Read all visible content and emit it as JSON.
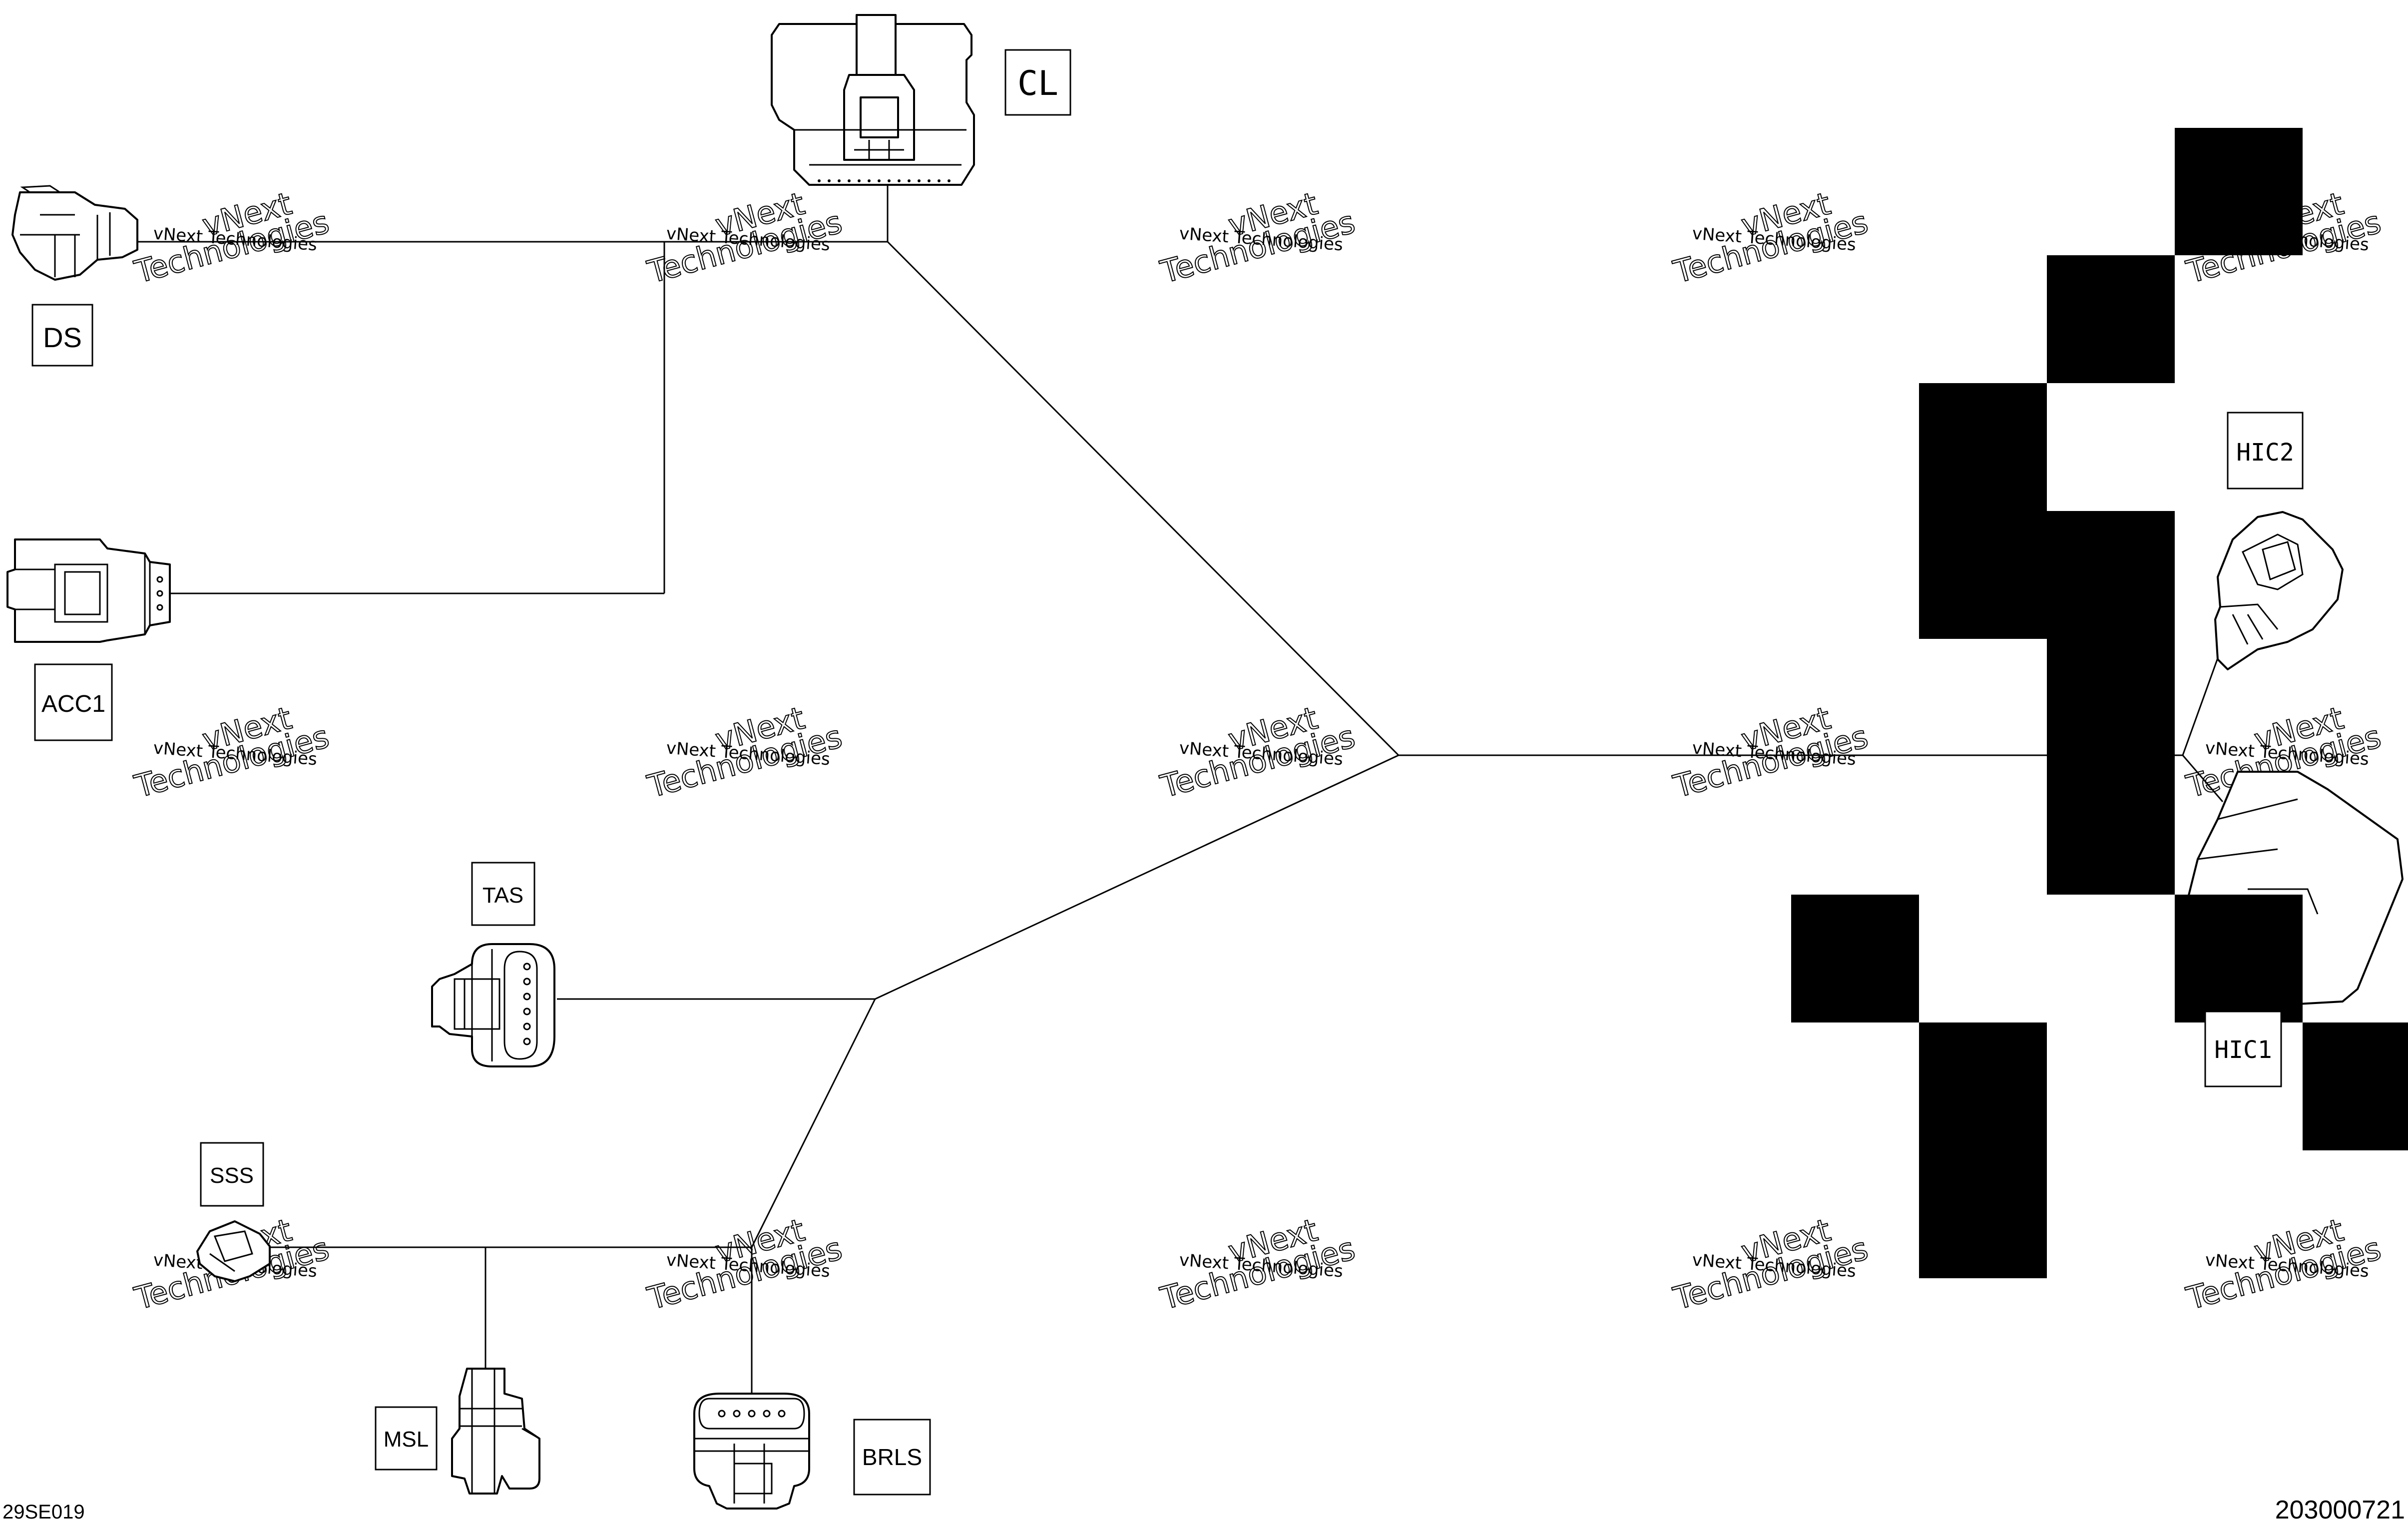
{
  "connectors": {
    "cl": "CL",
    "ds": "DS",
    "acc1": "ACC1",
    "hic2": "HIC2",
    "hic1": "HIC1",
    "tas": "TAS",
    "sss": "SSS",
    "msl": "MSL",
    "brls": "BRLS"
  },
  "watermark": {
    "line1": "vNext Technologies",
    "line2": "Technologies",
    "line3": "vNext"
  },
  "footer": {
    "left_code": "29SE019",
    "right_code": "203000721"
  }
}
